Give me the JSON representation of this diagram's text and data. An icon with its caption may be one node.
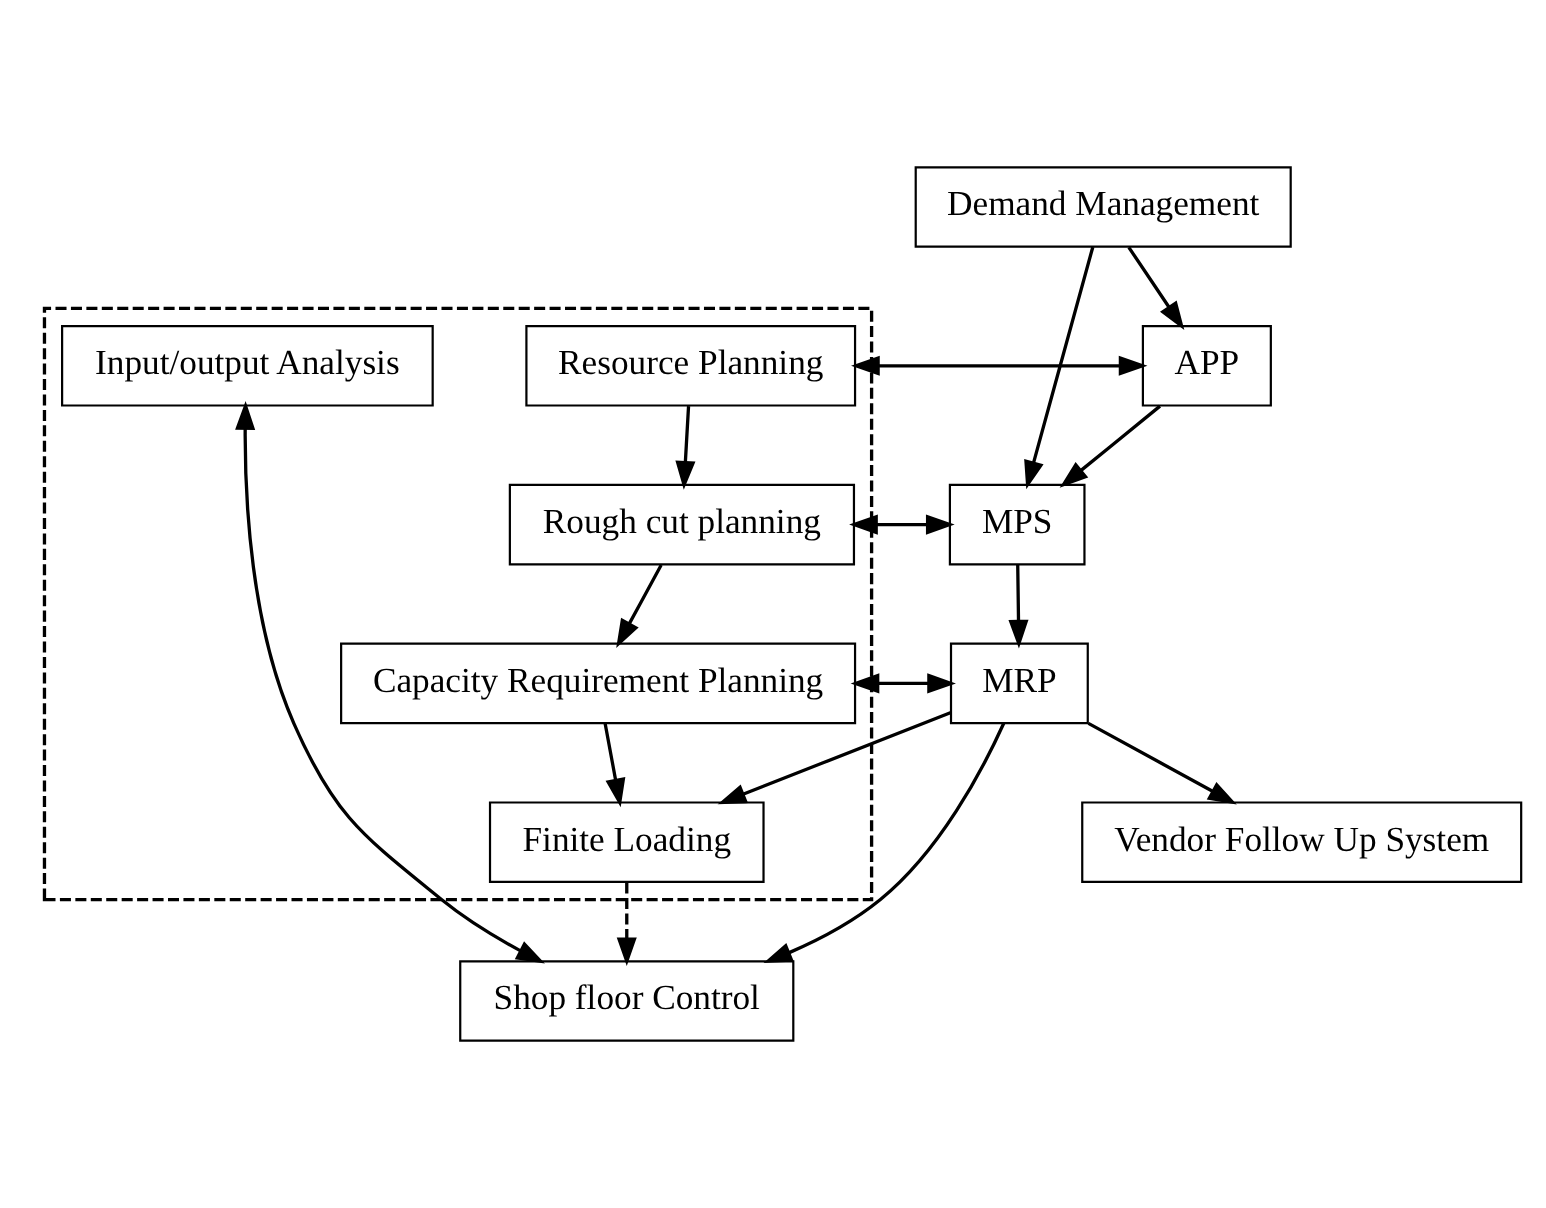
{
  "diagram": {
    "nodes": [
      {
        "text": [],
        "shape": "box"
      },
      {
        "text": [
          "Resource Planning"
        ],
        "in": 0
      },
      {
        "text": [
          "Rough cut planning"
        ],
        "in": 0
      },
      {
        "text": [
          "Capacity Requirement Planning"
        ],
        "in": 0
      },
      {
        "text": [
          "Finite Loading"
        ],
        "in": 0
      },
      {
        "text": [
          "Input/output Analysis"
        ],
        "in": 0
      },
      {
        "text": [
          "APP"
        ]
      },
      {
        "text": [
          "Demand Management"
        ]
      },
      {
        "text": [
          "MPS"
        ]
      },
      {
        "text": [
          "MRP"
        ]
      },
      {
        "text": [
          "Shop floor Control"
        ]
      },
      {
        "text": [
          "Vendor Follow Up System"
        ]
      }
    ],
    "edges": [
      {
        "from": 1,
        "to": 6,
        "arrow": "both"
      },
      {
        "from": 7,
        "to": 6,
        "arrow": "to"
      },
      {
        "from": 6,
        "to": 8,
        "arrow": "to"
      },
      {
        "from": 7,
        "to": 8,
        "arrow": "to"
      },
      {
        "from": 1,
        "to": 2,
        "arrow": "to"
      },
      {
        "from": 2,
        "to": 8,
        "arrow": "both"
      },
      {
        "from": 2,
        "to": 3,
        "arrow": "to"
      },
      {
        "from": 8,
        "to": 9,
        "arrow": "to"
      },
      {
        "from": 3,
        "to": 9,
        "arrow": "both"
      },
      {
        "from": 3,
        "to": 4,
        "arrow": "to"
      },
      {
        "from": 9,
        "to": 4,
        "arrow": "to"
      },
      {
        "from": 9,
        "to": 10,
        "arrow": "to"
      },
      {
        "from": 9,
        "to": 11,
        "arrow": "to"
      },
      {
        "from": 4,
        "to": 10,
        "arrow": "to",
        "style": "dashed"
      },
      {
        "from": 5,
        "to": 10,
        "arrow": "both"
      }
    ]
  }
}
